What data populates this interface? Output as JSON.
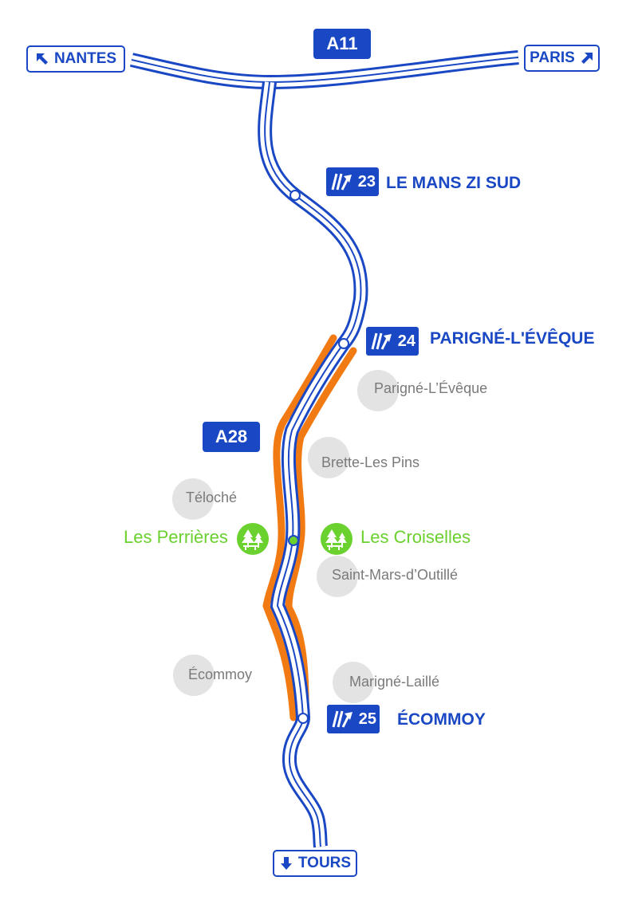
{
  "colors": {
    "road": "#1a48c4",
    "highlight": "#f27a12",
    "rest_area": "#6ad12e",
    "town_text": "#7a7a7a",
    "town_dot": "#e3e3e3"
  },
  "motorways": {
    "top": "A11",
    "main": "A28"
  },
  "destinations": {
    "nantes": {
      "label": "NANTES",
      "icon": "arrow-up-left-icon"
    },
    "paris": {
      "label": "PARIS",
      "icon": "arrow-up-right-icon"
    },
    "tours": {
      "label": "TOURS",
      "icon": "arrow-down-icon"
    }
  },
  "exits": [
    {
      "number": "23",
      "name": "LE MANS ZI SUD",
      "icon": "exit-icon"
    },
    {
      "number": "24",
      "name": "PARIGNÉ-L'ÉVÊQUE",
      "icon": "exit-icon"
    },
    {
      "number": "25",
      "name": "ÉCOMMOY",
      "icon": "exit-icon"
    }
  ],
  "towns": [
    "Parigné-L’Évêque",
    "Brette-Les Pins",
    "Téloché",
    "Saint-Mars-d’Outillé",
    "Écommoy",
    "Marigné-Laillé"
  ],
  "rest_areas": {
    "west": {
      "name": "Les Perrières",
      "icon": "rest-area-icon"
    },
    "east": {
      "name": "Les Croiselles",
      "icon": "rest-area-icon"
    }
  }
}
